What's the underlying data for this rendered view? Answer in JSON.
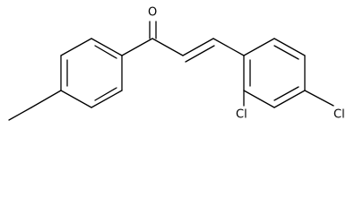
{
  "molecule": {
    "atoms": {
      "oxygen": "O",
      "chlorine_ortho": "Cl",
      "chlorine_para": "Cl"
    },
    "colors": {
      "bond": "#000000",
      "label": "#000000",
      "background": "#ffffff"
    }
  }
}
